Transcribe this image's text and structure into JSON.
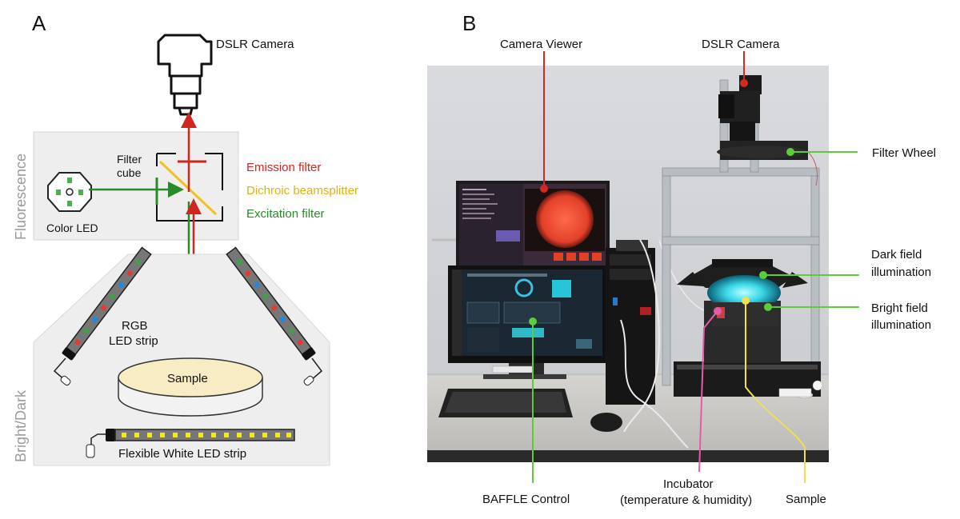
{
  "panel_a": {
    "letter": "A",
    "camera_label": "DSLR Camera",
    "section_fluorescence": "Fluorescence",
    "section_brightdark": "Bright/Dark",
    "filter_cube_line1": "Filter",
    "filter_cube_line2": "cube",
    "color_led": "Color LED",
    "emission_filter": "Emission filter",
    "dichroic": "Dichroic beamsplitter",
    "excitation_filter": "Excitation filter",
    "rgb_line1": "RGB",
    "rgb_line2": "LED strip",
    "sample": "Sample",
    "white_led": "Flexible White LED strip"
  },
  "panel_b": {
    "letter": "B",
    "camera_viewer": "Camera Viewer",
    "dslr_camera": "DSLR Camera",
    "filter_wheel": "Filter Wheel",
    "dark_field_line1": "Dark field",
    "dark_field_line2": "illumination",
    "bright_field_line1": "Bright field",
    "bright_field_line2": "illumination",
    "baffle_control": "BAFFLE Control",
    "incubator_line1": "Incubator",
    "incubator_line2": "(temperature & humidity)",
    "sample": "Sample"
  },
  "colors": {
    "emission": "#d0261f",
    "dichroic": "#f2c21a",
    "excitation": "#2a8a2a",
    "pointer_red": "#d6281f",
    "pointer_green": "#5ccc38",
    "pointer_pink": "#e65aa8",
    "pointer_yellow": "#f0e050",
    "section_text": "#9a9a9a",
    "panel_bg": "#eeeeee"
  }
}
